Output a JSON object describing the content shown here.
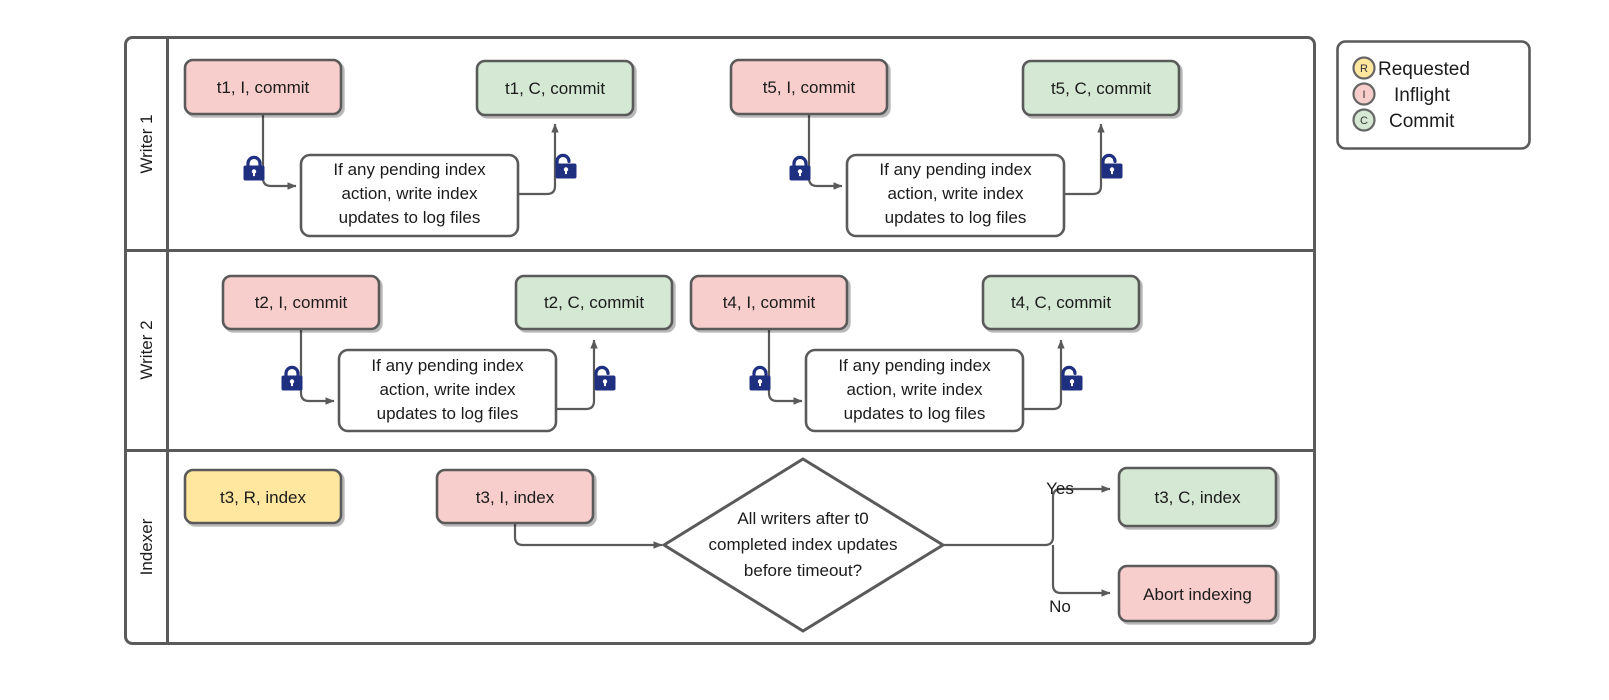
{
  "diagram": {
    "title": "Writer/Indexer commit and indexing swimlane flow",
    "colors": {
      "inflight_fill": "#f8cecc",
      "commit_fill": "#d5e8d4",
      "requested_fill": "#ffe7a0",
      "node_stroke": "#5a5a5a",
      "lane_stroke": "#5a5a5a",
      "edge_stroke": "#5a5a5a",
      "lock_fill": "#203080",
      "legend_stroke": "#5a5a5a",
      "page_bg": "#ffffff"
    },
    "lanes": [
      {
        "id": "writer1",
        "label": "Writer 1"
      },
      {
        "id": "writer2",
        "label": "Writer 2"
      },
      {
        "id": "indexer",
        "label": "Indexer"
      }
    ],
    "process_text": "If any pending index action, write index updates to log files",
    "process_lines": [
      "If any pending index",
      "action, write index",
      "updates to log files"
    ],
    "nodes": {
      "w1_t1_i": {
        "label": "t1, I, commit",
        "state": "Inflight",
        "fill": "#f8cecc"
      },
      "w1_t1_c": {
        "label": "t1, C, commit",
        "state": "Commit",
        "fill": "#d5e8d4"
      },
      "w1_t5_i": {
        "label": "t5, I, commit",
        "state": "Inflight",
        "fill": "#f8cecc"
      },
      "w1_t5_c": {
        "label": "t5, C, commit",
        "state": "Commit",
        "fill": "#d5e8d4"
      },
      "w2_t2_i": {
        "label": "t2, I, commit",
        "state": "Inflight",
        "fill": "#f8cecc"
      },
      "w2_t2_c": {
        "label": "t2, C, commit",
        "state": "Commit",
        "fill": "#d5e8d4"
      },
      "w2_t4_i": {
        "label": "t4, I, commit",
        "state": "Inflight",
        "fill": "#f8cecc"
      },
      "w2_t4_c": {
        "label": "t4, C, commit",
        "state": "Commit",
        "fill": "#d5e8d4"
      },
      "ix_t3_r": {
        "label": "t3, R, index",
        "state": "Requested",
        "fill": "#ffe7a0"
      },
      "ix_t3_i": {
        "label": "t3, I, index",
        "state": "Inflight",
        "fill": "#f8cecc"
      },
      "ix_t3_c": {
        "label": "t3, C, index",
        "state": "Commit",
        "fill": "#d5e8d4"
      },
      "ix_abort": {
        "label": "Abort indexing",
        "state": "Inflight",
        "fill": "#f8cecc"
      }
    },
    "decision": {
      "id": "timeout-check",
      "text": "All writers after t0 completed index updates before timeout?",
      "lines": [
        "All writers after t0",
        "completed index updates",
        "before timeout?"
      ],
      "branch_yes": "Yes",
      "branch_no": "No"
    },
    "locks": [
      {
        "id": "w1-lock-acquire",
        "kind": "locked",
        "lane": "writer1"
      },
      {
        "id": "w1-lock-release",
        "kind": "unlocked",
        "lane": "writer1"
      },
      {
        "id": "w1-lock-acquire-2",
        "kind": "locked",
        "lane": "writer1"
      },
      {
        "id": "w1-lock-release-2",
        "kind": "unlocked",
        "lane": "writer1"
      },
      {
        "id": "w2-lock-acquire",
        "kind": "locked",
        "lane": "writer2"
      },
      {
        "id": "w2-lock-release",
        "kind": "unlocked",
        "lane": "writer2"
      },
      {
        "id": "w2-lock-acquire-2",
        "kind": "locked",
        "lane": "writer2"
      },
      {
        "id": "w2-lock-release-2",
        "kind": "unlocked",
        "lane": "writer2"
      }
    ],
    "legend": {
      "items": [
        {
          "badge": "R",
          "label": "Requested",
          "fill": "#ffe7a0"
        },
        {
          "badge": "I",
          "label": "Inflight",
          "fill": "#f8cecc"
        },
        {
          "badge": "C",
          "label": "Commit",
          "fill": "#d5e8d4"
        }
      ]
    }
  }
}
